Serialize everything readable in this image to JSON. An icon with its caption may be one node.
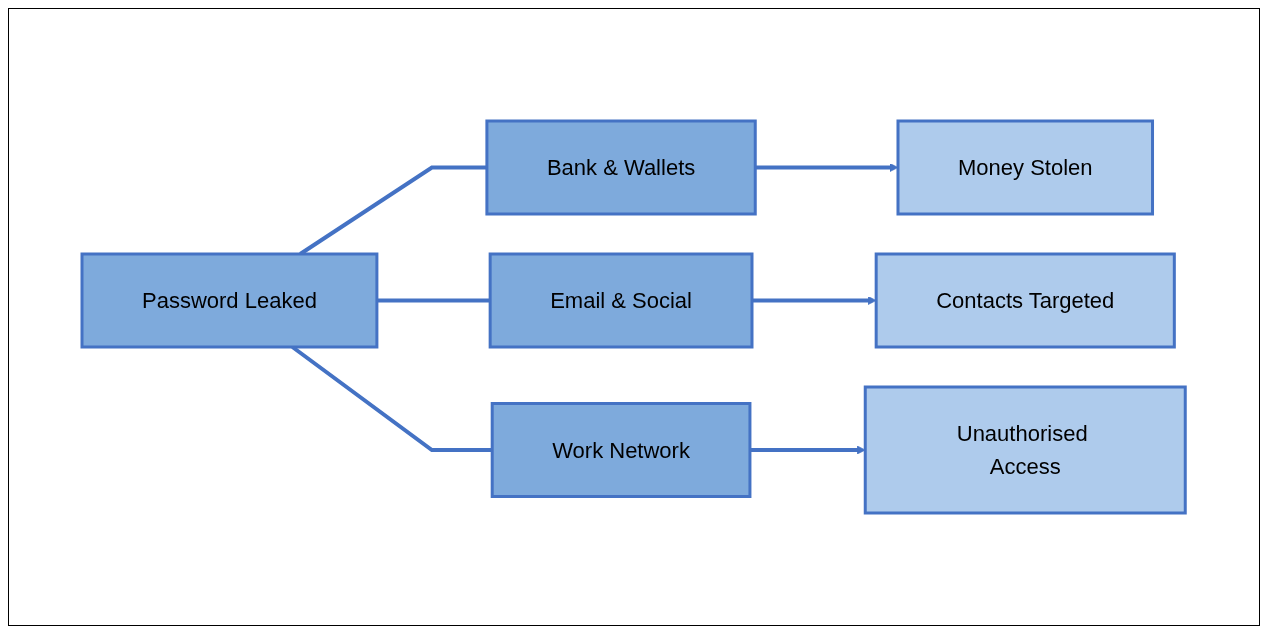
{
  "diagram": {
    "nodes": [
      {
        "text": [
          "Password Leaked"
        ]
      },
      {
        "text": [
          "Bank & Wallets"
        ]
      },
      {
        "text": [
          "Email & Social"
        ]
      },
      {
        "text": [
          "Work Network"
        ]
      },
      {
        "text": [
          "Money Stolen"
        ]
      },
      {
        "text": [
          "Contacts Targeted"
        ]
      },
      {
        "text": [
          "Unauthorised Access"
        ]
      }
    ],
    "edges": [
      {
        "from": 0,
        "to": 1,
        "arrow": "none"
      },
      {
        "from": 0,
        "to": 2,
        "arrow": "none"
      },
      {
        "from": 0,
        "to": 3,
        "arrow": "none"
      },
      {
        "from": 1,
        "to": 4,
        "arrow": "to"
      },
      {
        "from": 2,
        "to": 5,
        "arrow": "to"
      },
      {
        "from": 3,
        "to": 6,
        "arrow": "to"
      }
    ]
  }
}
